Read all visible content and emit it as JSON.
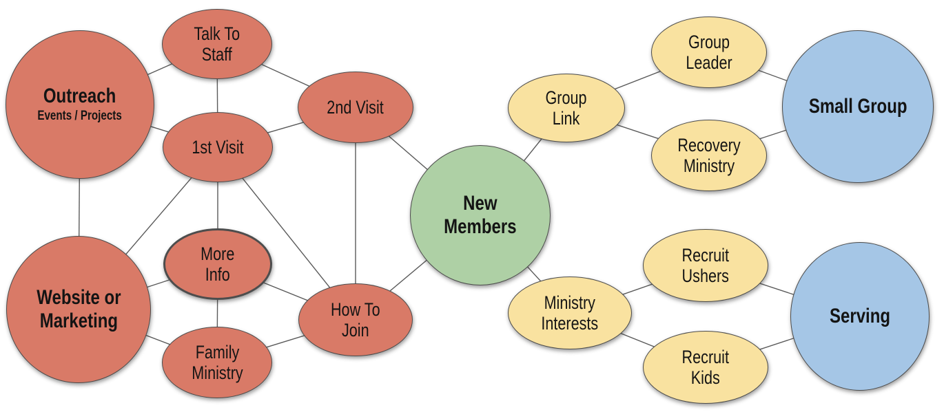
{
  "colors": {
    "visitor_path_fill": "#D97A67",
    "new_members_fill": "#AED0A5",
    "followup_fill": "#F9E2A0",
    "destination_fill": "#A5C6E6",
    "node_border": "#4B4B4B",
    "edge_stroke": "#5A5A5A",
    "text": "#141414",
    "background": "#FFFFFF"
  },
  "nodes": {
    "outreach": {
      "label": "Outreach",
      "sublabel": "Events / Projects",
      "fill": "#D97A67"
    },
    "talk_to_staff": {
      "label": "Talk To\nStaff",
      "fill": "#D97A67"
    },
    "first_visit": {
      "label": "1st Visit",
      "fill": "#D97A67"
    },
    "second_visit": {
      "label": "2nd Visit",
      "fill": "#D97A67"
    },
    "more_info": {
      "label": "More\nInfo",
      "fill": "#D97A67"
    },
    "website_marketing": {
      "label": "Website or\nMarketing",
      "fill": "#D97A67"
    },
    "family_ministry": {
      "label": "Family\nMinistry",
      "fill": "#D97A67"
    },
    "how_to_join": {
      "label": "How To\nJoin",
      "fill": "#D97A67"
    },
    "new_members": {
      "label": "New\nMembers",
      "fill": "#AED0A5"
    },
    "group_link": {
      "label": "Group\nLink",
      "fill": "#F9E2A0"
    },
    "group_leader": {
      "label": "Group\nLeader",
      "fill": "#F9E2A0"
    },
    "recovery_ministry": {
      "label": "Recovery\nMinistry",
      "fill": "#F9E2A0"
    },
    "small_group": {
      "label": "Small Group",
      "fill": "#A5C6E6"
    },
    "ministry_interests": {
      "label": "Ministry\nInterests",
      "fill": "#F9E2A0"
    },
    "recruit_ushers": {
      "label": "Recruit\nUshers",
      "fill": "#F9E2A0"
    },
    "recruit_kids": {
      "label": "Recruit\nKids",
      "fill": "#F9E2A0"
    },
    "serving": {
      "label": "Serving",
      "fill": "#A5C6E6"
    }
  },
  "edges": [
    [
      "outreach",
      "talk_to_staff"
    ],
    [
      "outreach",
      "first_visit"
    ],
    [
      "outreach",
      "website_marketing"
    ],
    [
      "talk_to_staff",
      "first_visit"
    ],
    [
      "talk_to_staff",
      "second_visit"
    ],
    [
      "first_visit",
      "second_visit"
    ],
    [
      "first_visit",
      "website_marketing"
    ],
    [
      "first_visit",
      "more_info"
    ],
    [
      "first_visit",
      "how_to_join"
    ],
    [
      "second_visit",
      "new_members"
    ],
    [
      "second_visit",
      "how_to_join"
    ],
    [
      "more_info",
      "how_to_join"
    ],
    [
      "more_info",
      "website_marketing"
    ],
    [
      "more_info",
      "family_ministry"
    ],
    [
      "website_marketing",
      "family_ministry"
    ],
    [
      "family_ministry",
      "how_to_join"
    ],
    [
      "how_to_join",
      "new_members"
    ],
    [
      "new_members",
      "group_link"
    ],
    [
      "new_members",
      "ministry_interests"
    ],
    [
      "group_link",
      "group_leader"
    ],
    [
      "group_link",
      "recovery_ministry"
    ],
    [
      "group_leader",
      "small_group"
    ],
    [
      "recovery_ministry",
      "small_group"
    ],
    [
      "ministry_interests",
      "recruit_ushers"
    ],
    [
      "ministry_interests",
      "recruit_kids"
    ],
    [
      "recruit_ushers",
      "serving"
    ],
    [
      "recruit_kids",
      "serving"
    ]
  ]
}
